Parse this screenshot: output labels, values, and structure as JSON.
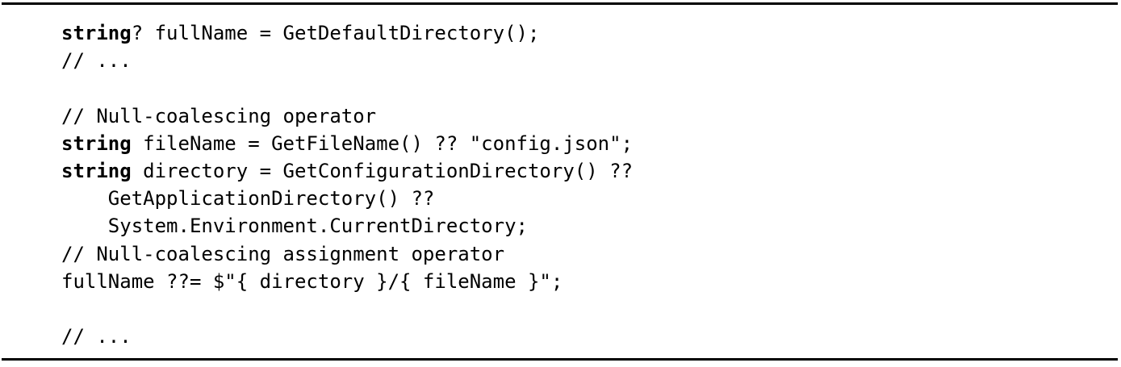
{
  "figure": {
    "kind": "code-listing",
    "language": "C#",
    "text_color": "#000000",
    "background_color": "#ffffff",
    "rule_color": "#000000"
  },
  "code": {
    "lines": [
      {
        "id": "line-1",
        "indent": 0,
        "segments": [
          {
            "kind": "keyword",
            "text": "string"
          },
          {
            "kind": "plain",
            "text": "? fullName = GetDefaultDirectory();"
          }
        ],
        "plain_text": "string? fullName = GetDefaultDirectory();"
      },
      {
        "id": "line-2",
        "indent": 0,
        "segments": [
          {
            "kind": "comment",
            "text": "// ..."
          }
        ],
        "plain_text": "// ..."
      },
      {
        "id": "line-3",
        "indent": 0,
        "segments": [],
        "plain_text": ""
      },
      {
        "id": "line-4",
        "indent": 0,
        "segments": [
          {
            "kind": "comment",
            "text": "// Null-coalescing operator"
          }
        ],
        "plain_text": "// Null-coalescing operator"
      },
      {
        "id": "line-5",
        "indent": 0,
        "segments": [
          {
            "kind": "keyword",
            "text": "string"
          },
          {
            "kind": "plain",
            "text": " fileName = GetFileName() ?? \"config.json\";"
          }
        ],
        "plain_text": "string fileName = GetFileName() ?? \"config.json\";"
      },
      {
        "id": "line-6",
        "indent": 0,
        "segments": [
          {
            "kind": "keyword",
            "text": "string"
          },
          {
            "kind": "plain",
            "text": " directory = GetConfigurationDirectory() ??"
          }
        ],
        "plain_text": "string directory = GetConfigurationDirectory() ??"
      },
      {
        "id": "line-7",
        "indent": 4,
        "segments": [
          {
            "kind": "plain",
            "text": "GetApplicationDirectory() ??"
          }
        ],
        "plain_text": "    GetApplicationDirectory() ??"
      },
      {
        "id": "line-8",
        "indent": 4,
        "segments": [
          {
            "kind": "plain",
            "text": "System.Environment.CurrentDirectory;"
          }
        ],
        "plain_text": "    System.Environment.CurrentDirectory;"
      },
      {
        "id": "line-9",
        "indent": 0,
        "segments": [
          {
            "kind": "comment",
            "text": "// Null-coalescing assignment operator"
          }
        ],
        "plain_text": "// Null-coalescing assignment operator"
      },
      {
        "id": "line-10",
        "indent": 0,
        "segments": [
          {
            "kind": "plain",
            "text": "fullName ??= $\"{ directory }/{ fileName }\";"
          }
        ],
        "plain_text": "fullName ??= $\"{ directory }/{ fileName }\";"
      },
      {
        "id": "line-11",
        "indent": 0,
        "segments": [],
        "plain_text": ""
      },
      {
        "id": "line-12",
        "indent": 0,
        "segments": [
          {
            "kind": "comment",
            "text": "// ..."
          }
        ],
        "plain_text": "// ..."
      }
    ]
  }
}
